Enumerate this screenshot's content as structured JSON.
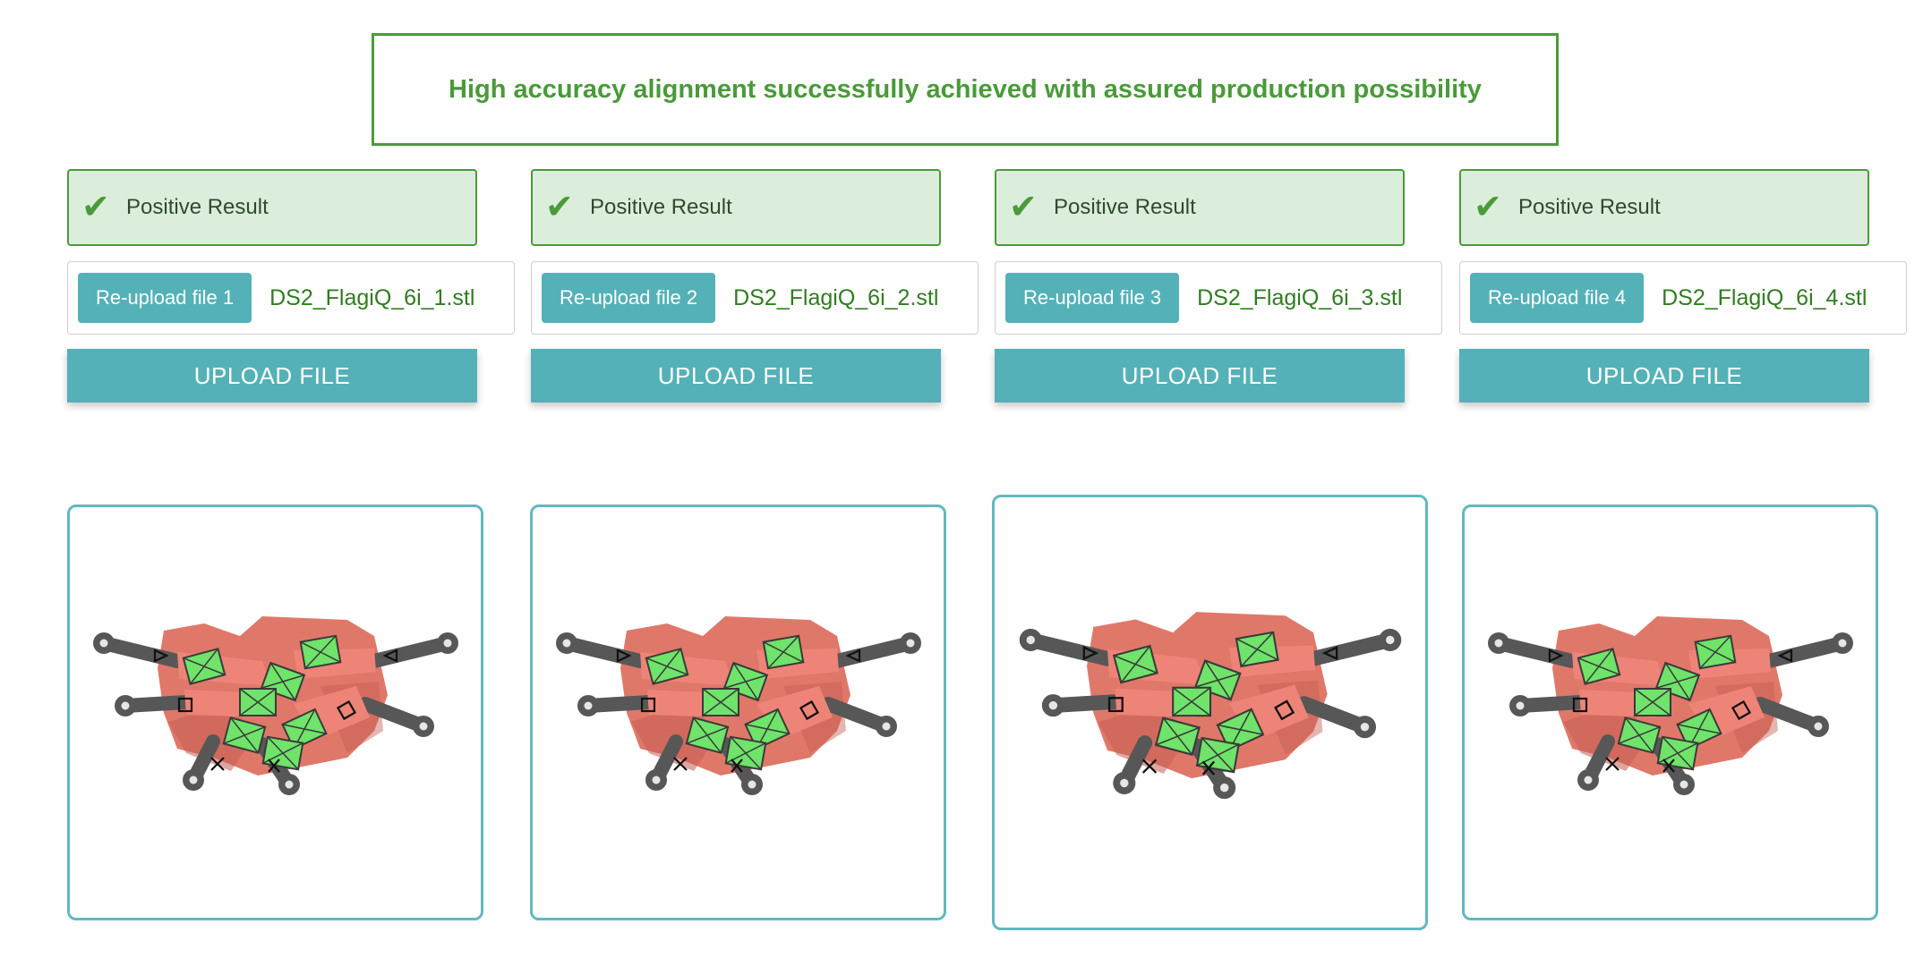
{
  "banner": {
    "message": "High accuracy alignment successfully achieved with assured production possibility"
  },
  "colors": {
    "success_green": "#4a9a3a",
    "success_bg": "#dbeedb",
    "teal_button": "#55b1b8",
    "viewer_border": "#62b8c0",
    "model_tissue": "#e0786a",
    "model_guide": "#575757",
    "model_marker": "#6fe36a"
  },
  "columns": [
    {
      "result_icon": "check-icon",
      "result_label": "Positive Result",
      "reupload_label": "Re-upload file 1",
      "filename": "DS2_FlagiQ_6i_1.stl",
      "upload_label": "UPLOAD FILE"
    },
    {
      "result_icon": "check-icon",
      "result_label": "Positive Result",
      "reupload_label": "Re-upload file 2",
      "filename": "DS2_FlagiQ_6i_2.stl",
      "upload_label": "UPLOAD FILE"
    },
    {
      "result_icon": "check-icon",
      "result_label": "Positive Result",
      "reupload_label": "Re-upload file 3",
      "filename": "DS2_FlagiQ_6i_3.stl",
      "upload_label": "UPLOAD FILE"
    },
    {
      "result_icon": "check-icon",
      "result_label": "Positive Result",
      "reupload_label": "Re-upload file 4",
      "filename": "DS2_FlagiQ_6i_4.stl",
      "upload_label": "UPLOAD FILE"
    }
  ]
}
